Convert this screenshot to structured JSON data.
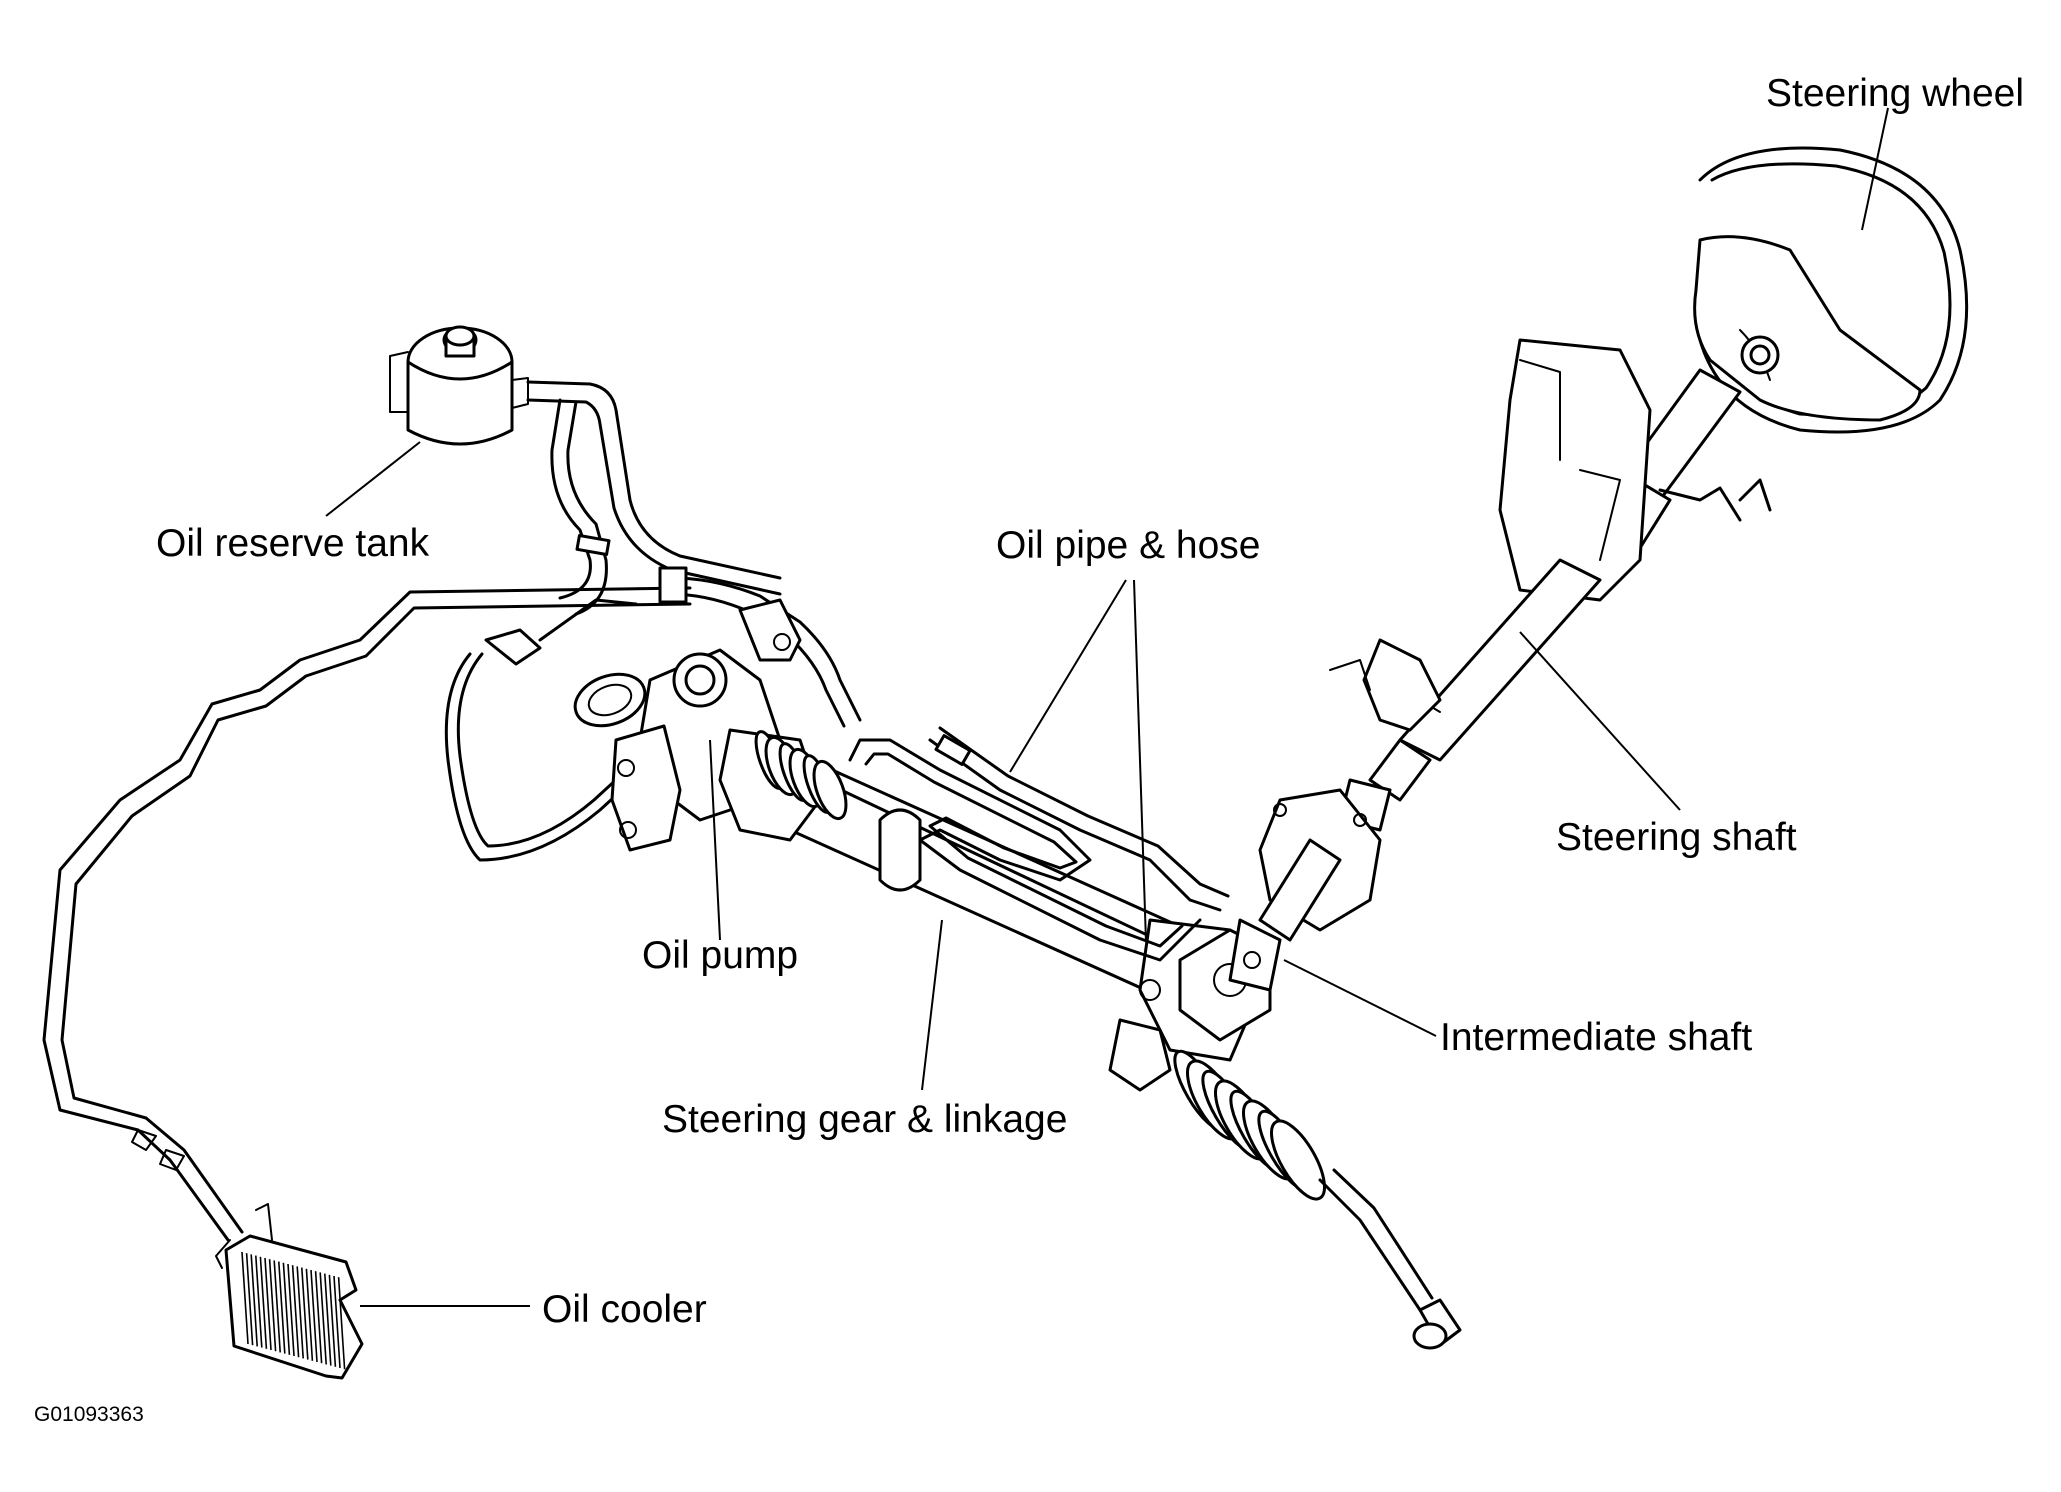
{
  "labels": {
    "steering_wheel": "Steering wheel",
    "oil_reserve_tank": "Oil reserve tank",
    "oil_pipe_hose": "Oil pipe & hose",
    "steering_shaft": "Steering shaft",
    "oil_pump": "Oil pump",
    "intermediate_shaft": "Intermediate shaft",
    "steering_gear_linkage": "Steering gear & linkage",
    "oil_cooler": "Oil cooler"
  },
  "figure_code": "G01093363"
}
